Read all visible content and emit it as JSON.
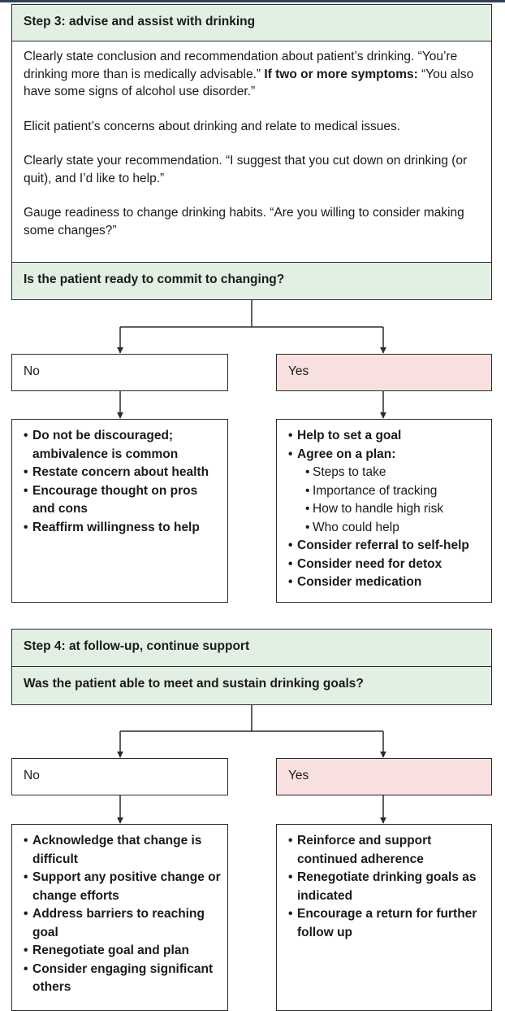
{
  "step3": {
    "header": "Step 3: advise and assist with drinking",
    "p1_text": "Clearly state conclusion and recommendation about patient’s drinking. “You’re drinking more than is medically advisable.” ",
    "p1_bold": "If two or more symptoms:",
    "p1_tail": " “You also have some signs of alcohol use disorder.”",
    "p2": "Elicit patient’s concerns about drinking and relate to medical issues.",
    "p3": "Clearly state your recommendation. “I suggest that you cut down on drinking (or quit), and I’d like to help.”",
    "p4": "Gauge readiness to change drinking habits. “Are you willing to consider making some changes?”",
    "question": "Is the patient ready to commit to changing?",
    "no_label": "No",
    "yes_label": "Yes",
    "no_items": [
      "Do not be discouraged; ambivalence is common",
      "Restate concern about health",
      "Encourage thought on pros and cons",
      "Reaffirm willingness to help"
    ],
    "yes_item_goal": "Help to set a goal",
    "yes_item_plan": "Agree on a plan:",
    "yes_plan_sub": [
      "Steps to take",
      "Importance of tracking",
      "How to handle high risk",
      "Who could help"
    ],
    "yes_items_after": [
      "Consider referral to self-help",
      "Consider need for detox",
      "Consider medication"
    ]
  },
  "step4": {
    "header": "Step 4: at follow-up, continue support",
    "question": "Was the patient able to meet and sustain drinking goals?",
    "no_label": "No",
    "yes_label": "Yes",
    "no_items": [
      "Acknowledge that change is difficult",
      "Support any positive change or change efforts",
      "Address barriers to reaching goal",
      "Renegotiate goal and plan",
      "Consider engaging significant others"
    ],
    "yes_items": [
      "Reinforce and support continued adherence",
      "Renegotiate drinking goals as indicated",
      "Encourage a return for further follow up"
    ]
  },
  "colors": {
    "header_fill": "#e2f0e4",
    "yes_fill": "#f8dfe0",
    "border": "#2b2b2b",
    "top_bar": "#2d3f5a"
  }
}
